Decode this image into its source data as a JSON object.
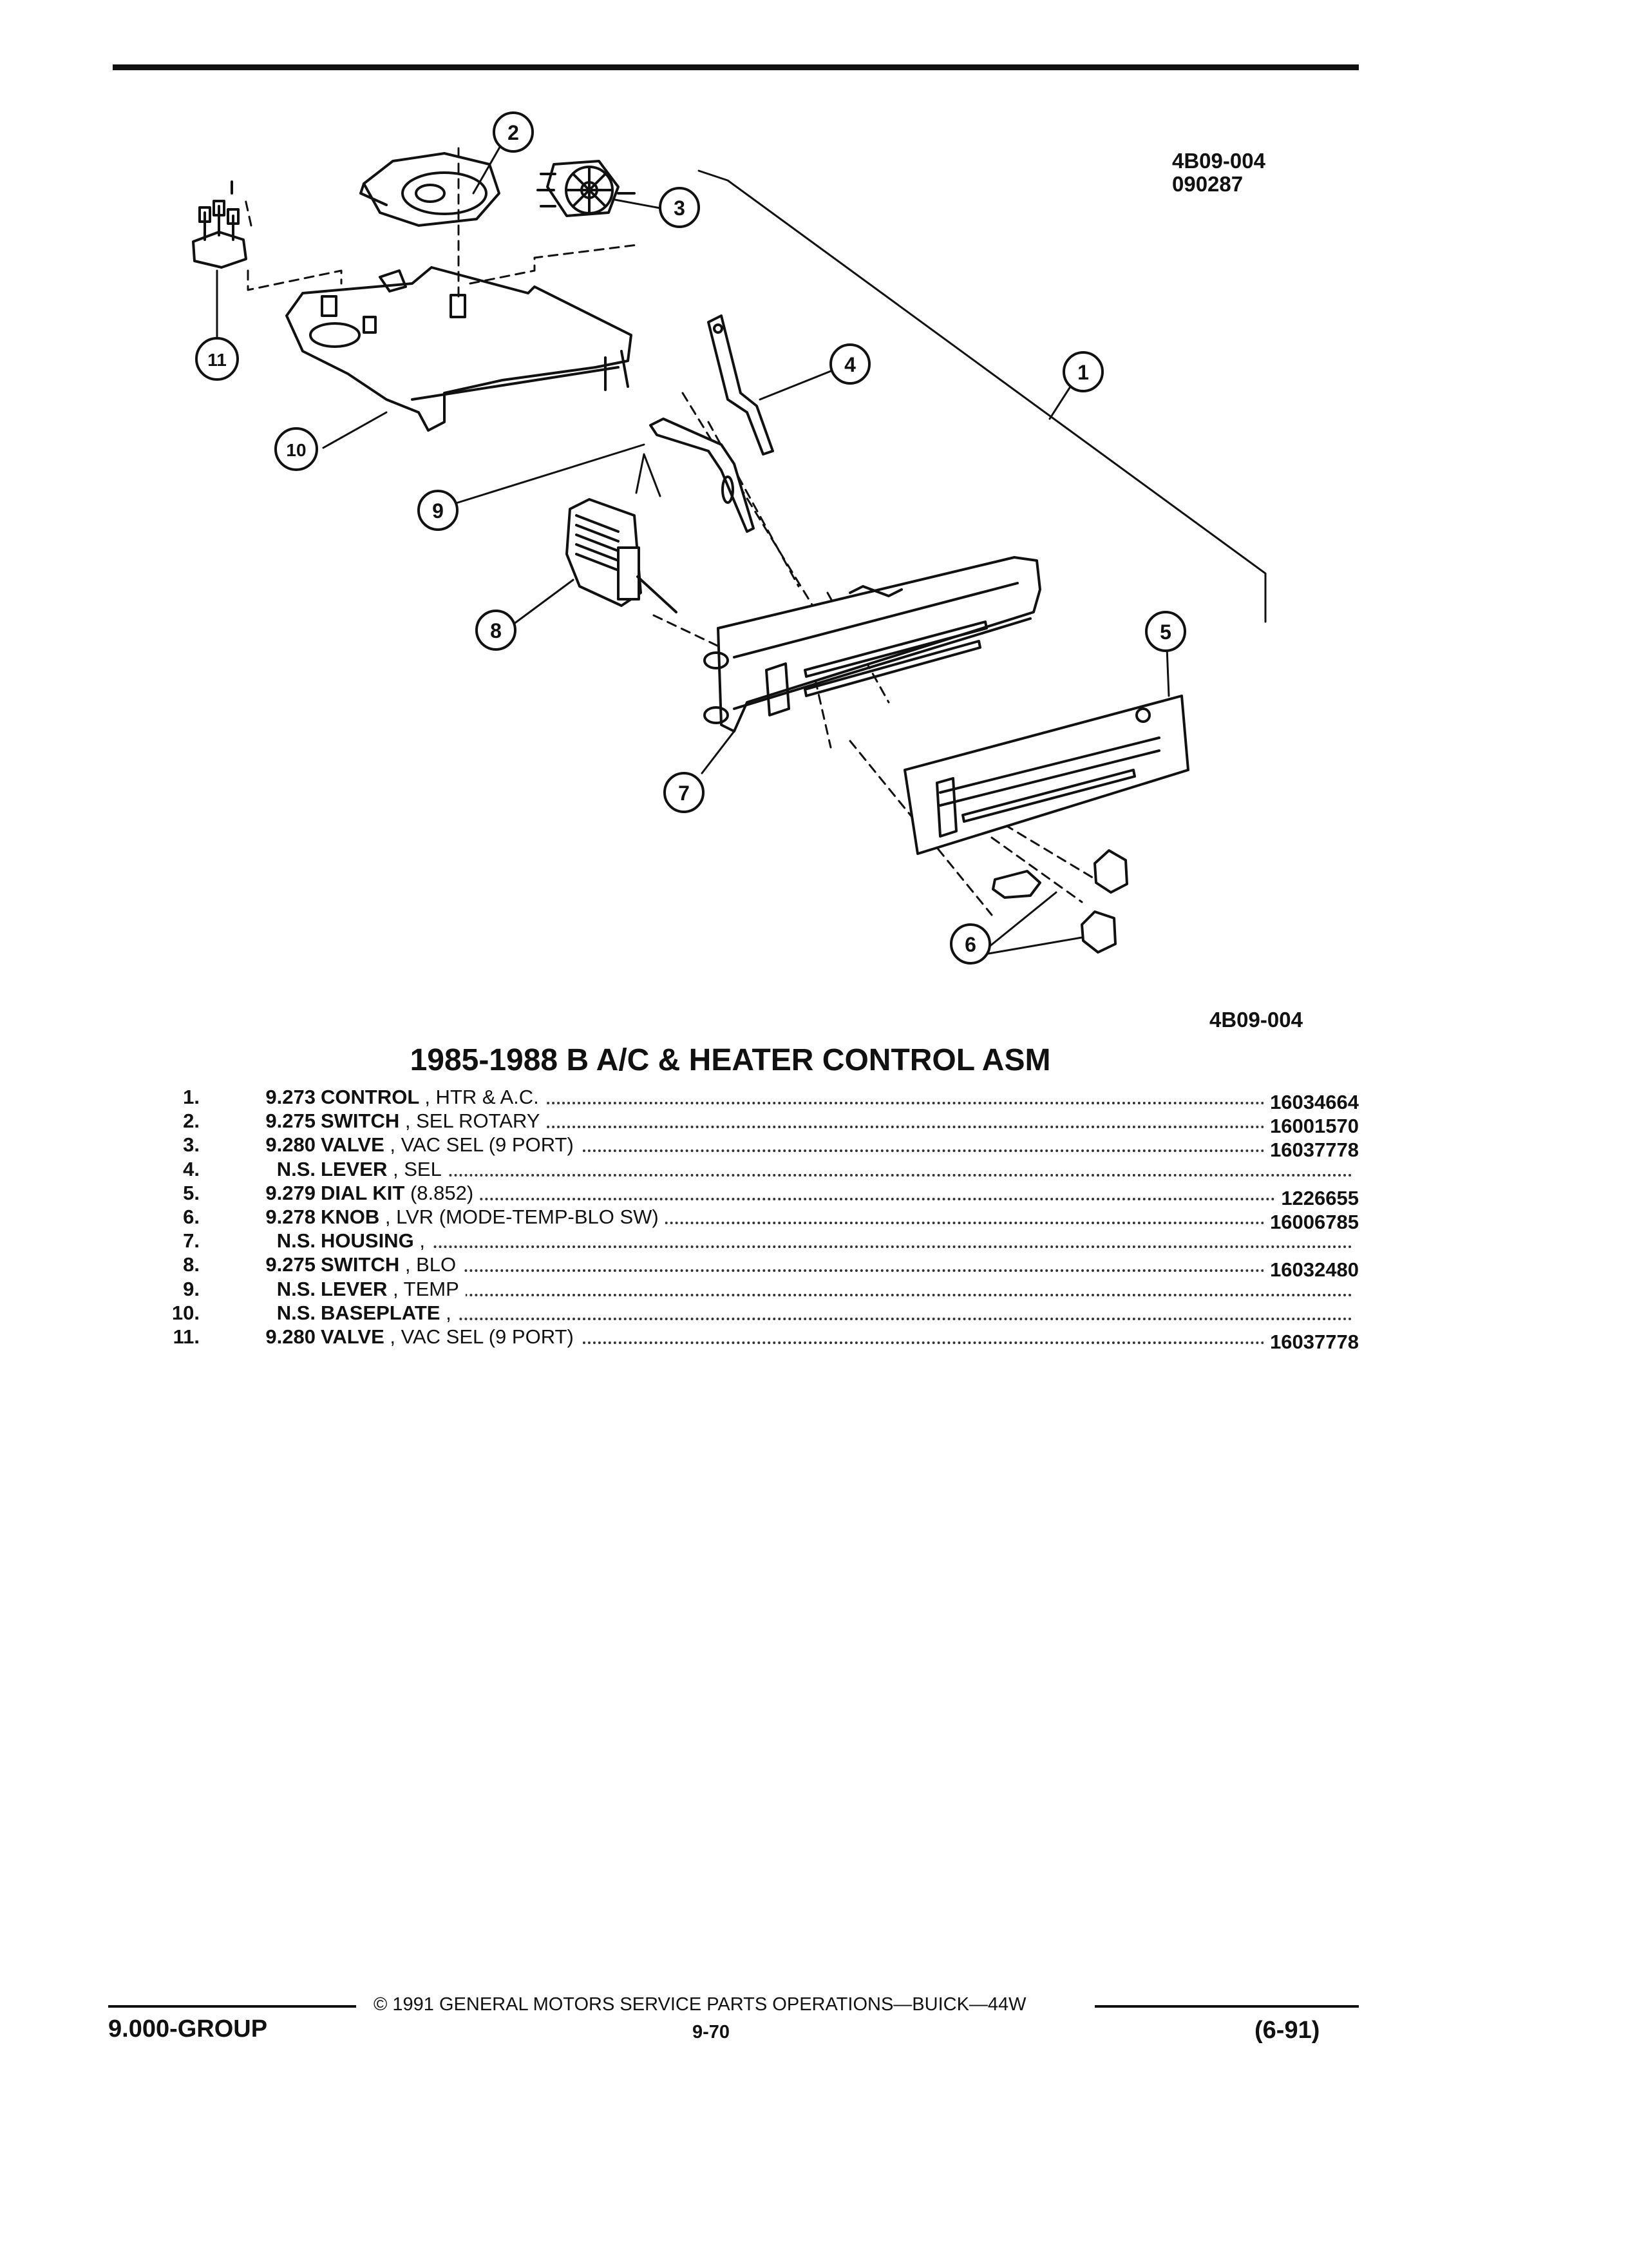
{
  "diagram": {
    "ref_code_top": "4B09-004",
    "ref_date_top": "090287",
    "ref_code_bottom": "4B09-004",
    "callouts": [
      "1",
      "2",
      "3",
      "4",
      "5",
      "6",
      "7",
      "8",
      "9",
      "10",
      "11"
    ]
  },
  "title": "1985-1988 B A/C & HEATER CONTROL ASM",
  "parts": [
    {
      "num": "1.",
      "code": "9.273",
      "name": "CONTROL",
      "qual": ", HTR & A.C.",
      "part": "16034664"
    },
    {
      "num": "2.",
      "code": "9.275",
      "name": "SWITCH",
      "qual": ", SEL ROTARY",
      "part": "16001570"
    },
    {
      "num": "3.",
      "code": "9.280",
      "name": "VALVE",
      "qual": ", VAC SEL (9 PORT)",
      "part": "16037778"
    },
    {
      "num": "4.",
      "code": "N.S.",
      "name": "LEVER",
      "qual": ", SEL",
      "part": ""
    },
    {
      "num": "5.",
      "code": "9.279",
      "name": "DIAL KIT",
      "qual": "(8.852)",
      "part": "1226655"
    },
    {
      "num": "6.",
      "code": "9.278",
      "name": "KNOB",
      "qual": ", LVR (MODE-TEMP-BLO SW)",
      "part": "16006785"
    },
    {
      "num": "7.",
      "code": "N.S.",
      "name": "HOUSING",
      "qual": ",",
      "part": ""
    },
    {
      "num": "8.",
      "code": "9.275",
      "name": "SWITCH",
      "qual": ", BLO",
      "part": "16032480"
    },
    {
      "num": "9.",
      "code": "N.S.",
      "name": "LEVER",
      "qual": ", TEMP",
      "part": ""
    },
    {
      "num": "10.",
      "code": "N.S.",
      "name": "BASEPLATE",
      "qual": ",",
      "part": ""
    },
    {
      "num": "11.",
      "code": "9.280",
      "name": "VALVE",
      "qual": ", VAC SEL (9 PORT)",
      "part": "16037778"
    }
  ],
  "footer": {
    "group": "9.000-GROUP",
    "copyright": "© 1991 GENERAL MOTORS SERVICE PARTS OPERATIONS—BUICK—44W",
    "page": "9-70",
    "date": "(6-91)"
  }
}
